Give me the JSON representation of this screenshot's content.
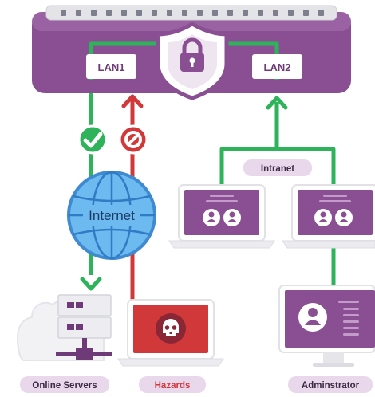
{
  "ports": {
    "lan1": "LAN1",
    "lan2": "LAN2"
  },
  "network": {
    "internet": "Internet",
    "intranet": "Intranet"
  },
  "labels": {
    "online_servers": "Online Servers",
    "hazards": "Hazards",
    "administrator": "Adminstrator"
  },
  "icons": {
    "firewall": "lock-shield-icon",
    "allowed": "check-icon",
    "blocked": "no-entry-icon",
    "internet": "globe-icon",
    "hazard": "skull-icon",
    "user": "user-icon",
    "cloud": "cloud-icon"
  },
  "colors": {
    "purple": "#8a4f93",
    "purple_dark": "#6e3b78",
    "green": "#2eb35a",
    "red": "#d0383a",
    "label_bg": "#e9d7ec",
    "globe": "#6cbaf0"
  }
}
